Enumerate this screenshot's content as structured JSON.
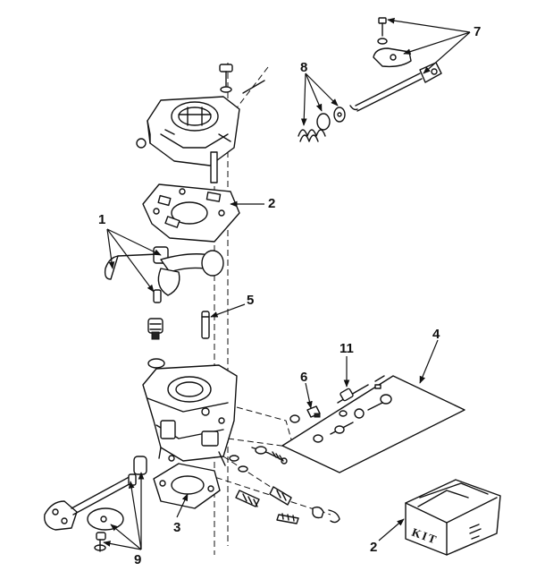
{
  "callouts": {
    "c1": "1",
    "c2_gasket": "2",
    "c2_kit": "2",
    "c3": "3",
    "c4": "4",
    "c5": "5",
    "c6": "6",
    "c7": "7",
    "c8": "8",
    "c9": "9",
    "c11": "11"
  },
  "kit_box": {
    "label": "KIT"
  },
  "colors": {
    "ink": "#111111",
    "paper": "#ffffff"
  }
}
